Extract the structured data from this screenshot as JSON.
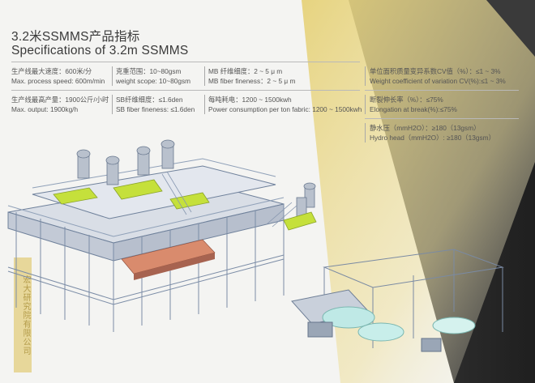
{
  "heading": {
    "title_cn": "3.2米SSMMS产品指标",
    "title_en": "Specifications of 3.2m SSMMS"
  },
  "specs": {
    "max_speed_cn": "生产线最大速度：600米/分",
    "max_speed_en": "Max. process speed: 600m/min",
    "weight_cn": "克重范围：10~80gsm",
    "weight_en": "weight scope: 10~80gsm",
    "mb_cn": "MB 纤维细度：2 ~ 5 μ m",
    "mb_en": "MB fiber fineness：2 ~ 5 μ m",
    "max_output_cn": "生产线最高产量：1900公斤/小时",
    "max_output_en": "Max. output: 1900kg/h",
    "sb_cn": "SB纤维细度：≤1.6den",
    "sb_en": "SB fiber fineness: ≤1.6den",
    "power_cn": "每吨耗电：1200 ~ 1500kwh",
    "power_en": "Power consumption per ton fabric: 1200 ~ 1500kwh",
    "cv_cn": "单位面积质量变异系数CV值（%）：≤1 ~ 3%",
    "cv_en": "Weight coefficient of variation CV(%):≤1 ~ 3%",
    "elong_cn": "断裂伸长率（%）：≤75%",
    "elong_en": "Elongation at break(%):≤75%",
    "hydro_cn": "静水压（mmH2O）：≥180（13gsm）",
    "hydro_en": "Hydro head（mmH2O）: ≥180（13gsm）"
  },
  "brand_vertical": "宏大研究院有限公司",
  "colors": {
    "background": "#f4f4f2",
    "dark_panel": "#2c2c2c",
    "yellow_beam": "#e8d786",
    "machine_frame": "#7a8da8",
    "accent_green": "#c7e23a",
    "roll_cyan": "#bfe9e6"
  }
}
